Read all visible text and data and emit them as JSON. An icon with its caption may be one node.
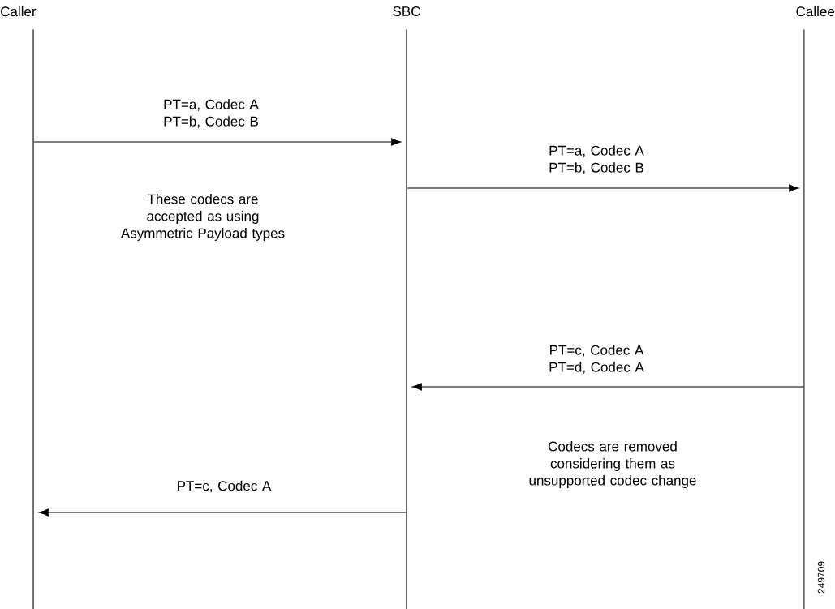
{
  "diagram": {
    "nodes": [
      {
        "text": [
          "Caller"
        ]
      },
      {
        "text": [
          "SBC"
        ]
      },
      {
        "text": [
          "Callee"
        ]
      }
    ],
    "edges": [
      {
        "from": 0,
        "to": 1,
        "arrow": "to",
        "label": "PT=a, Codec A PT=b, Codec B"
      },
      {
        "from": 1,
        "to": 2,
        "arrow": "to",
        "label": "PT=a, Codec A PT=b, Codec B"
      },
      {
        "from": 2,
        "to": 1,
        "arrow": "to",
        "label": "PT=c, Codec A PT=d, Codec A"
      },
      {
        "from": 1,
        "to": 0,
        "arrow": "to",
        "label": "PT=c, Codec A"
      }
    ],
    "labels": [
      "These codecs are accepted as using Asymmetric Payload types",
      "Codecs are removed considering them as unsupported codec change",
      "249709"
    ]
  }
}
